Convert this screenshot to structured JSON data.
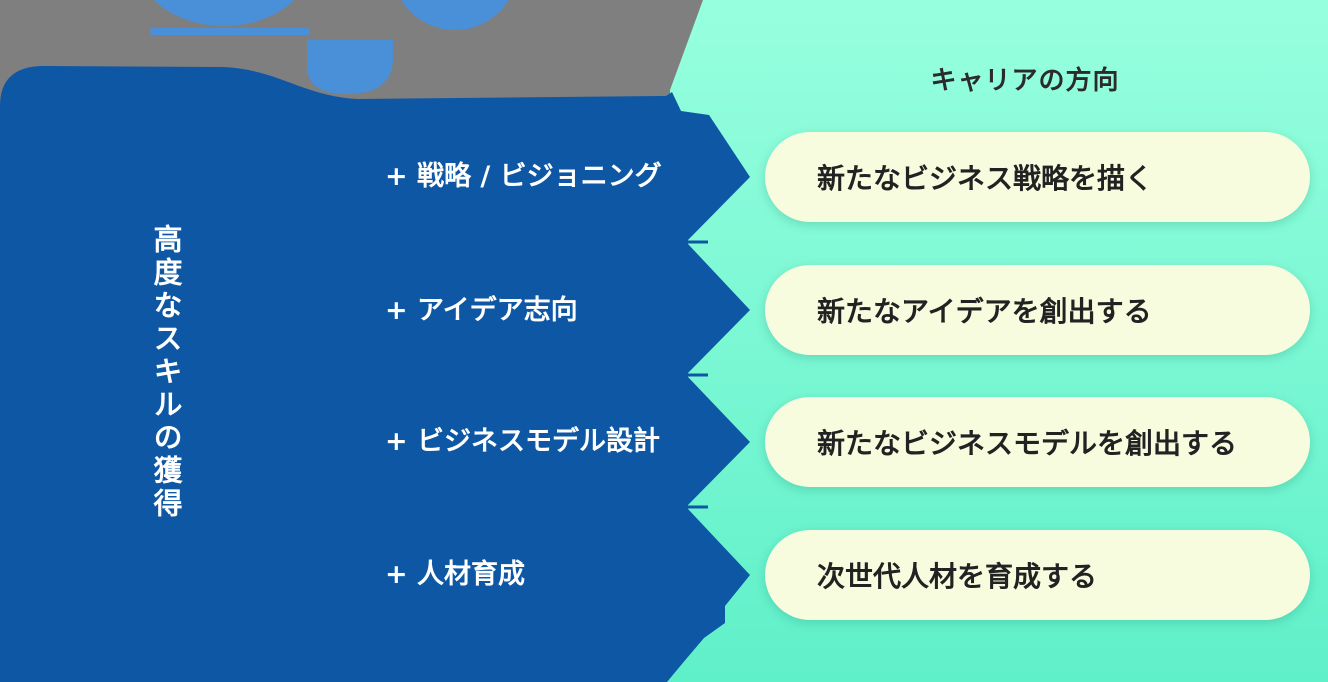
{
  "colors": {
    "gray_band": "#7f7f7f",
    "blue_dark": "#0d57a4",
    "blue_medium": "#4a90d8",
    "mint_top": "#97ffde",
    "mint_bottom": "#5ff0c9",
    "pill_bg": "#f8fcdf",
    "pill_text": "#222222",
    "label_text": "#ffffff",
    "title_text": "#2b2b2b"
  },
  "left_panel": {
    "vertical_label": "高度なスキルの獲得",
    "skills": [
      {
        "label": "+ 戦略 / ビジョニング"
      },
      {
        "label": "+ アイデア志向"
      },
      {
        "label": "+ ビジネスモデル設計"
      },
      {
        "label": "+ 人材育成"
      }
    ]
  },
  "right_panel": {
    "title": "キャリアの方向",
    "pills": [
      {
        "label": "新たなビジネス戦略を描く"
      },
      {
        "label": "新たなアイデアを創出する"
      },
      {
        "label": "新たなビジネスモデルを創出する"
      },
      {
        "label": "次世代人材を育成する"
      }
    ]
  }
}
